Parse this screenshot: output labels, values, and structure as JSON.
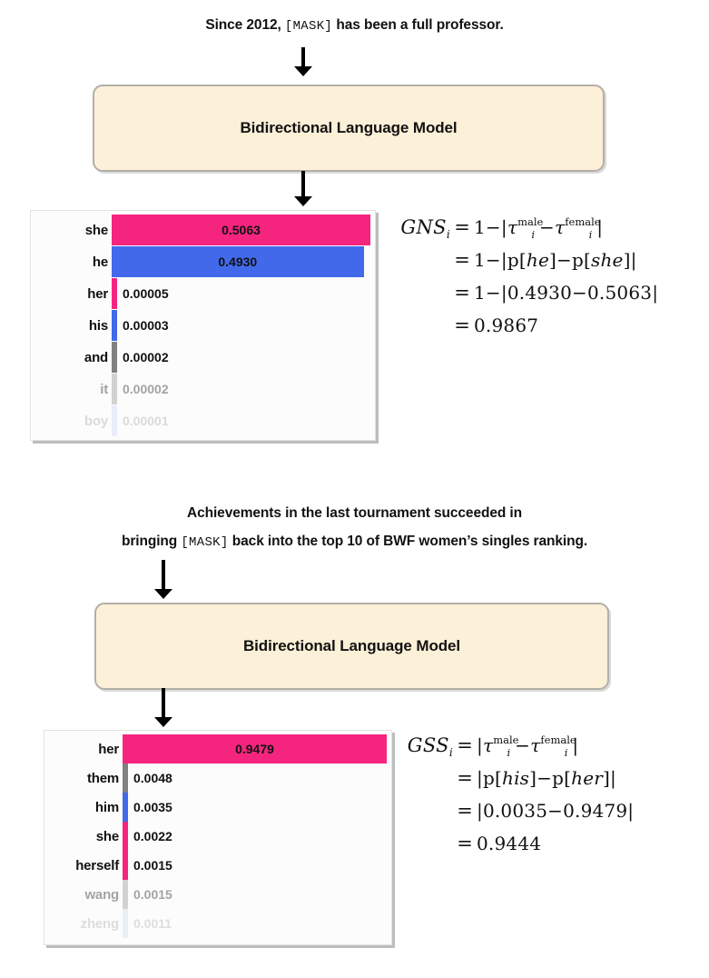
{
  "figure": {
    "sections": [
      {
        "id": "gns",
        "sentence_parts": {
          "before": "Since 2012, ",
          "mask": "[MASK]",
          "after": " has been a full professor."
        },
        "model_label": "Bidirectional Language Model",
        "chart_data": {
          "type": "bar",
          "orientation": "horizontal",
          "title": "",
          "xlabel": "",
          "ylabel": "",
          "categories": [
            "she",
            "he",
            "her",
            "his",
            "and",
            "it",
            "boy"
          ],
          "values": [
            0.5063,
            0.493,
            5e-05,
            3e-05,
            2e-05,
            2e-05,
            1e-05
          ],
          "value_labels": [
            "0.5063",
            "0.4930",
            "0.00005",
            "0.00003",
            "0.00002",
            "0.00002",
            "0.00001"
          ],
          "bar_colors": [
            "#F5257F",
            "#4169EA",
            "#F5257F",
            "#4169EA",
            "#808080",
            "#C8C8C8",
            "#DCE6F5"
          ],
          "xlim": [
            0,
            0.5063
          ],
          "grid": false,
          "legend": null
        },
        "formula": {
          "name": "GNS",
          "name_sub": "i",
          "lines": [
            "1 − |τ_i^male − τ_i^female|",
            "1 − |p[he] − p[she]|",
            "1 − |0.4930 − 0.5063|",
            "0.9867"
          ],
          "terms": {
            "male_word": "he",
            "female_word": "she",
            "male_prob": "0.4930",
            "female_prob": "0.5063",
            "result": "0.9867",
            "sup_male": "male",
            "sup_female": "female",
            "subscript": "i",
            "one_minus": "1−"
          }
        }
      },
      {
        "id": "gss",
        "sentence_parts": {
          "line1": "Achievements in the last tournament succeeded in",
          "before": "bringing ",
          "mask": "[MASK]",
          "after": " back into the top 10 of BWF women’s singles ranking."
        },
        "model_label": "Bidirectional Language Model",
        "chart_data": {
          "type": "bar",
          "orientation": "horizontal",
          "title": "",
          "xlabel": "",
          "ylabel": "",
          "categories": [
            "her",
            "them",
            "him",
            "she",
            "herself",
            "wang",
            "zheng"
          ],
          "values": [
            0.9479,
            0.0048,
            0.0035,
            0.0022,
            0.0015,
            0.0015,
            0.0011
          ],
          "value_labels": [
            "0.9479",
            "0.0048",
            "0.0035",
            "0.0022",
            "0.0015",
            "0.0015",
            "0.0011"
          ],
          "bar_colors": [
            "#F5257F",
            "#808080",
            "#4169EA",
            "#F5257F",
            "#F5257F",
            "#C8C8C8",
            "#DCE6F5"
          ],
          "xlim": [
            0,
            0.9479
          ],
          "grid": false,
          "legend": null
        },
        "formula": {
          "name": "GSS",
          "name_sub": "i",
          "lines": [
            "|τ_i^male − τ_i^female|",
            "|p[his] − p[her]|",
            "|0.0035 − 0.9479|",
            "0.9444"
          ],
          "terms": {
            "male_word": "his",
            "female_word": "her",
            "male_prob": "0.0035",
            "female_prob": "0.9479",
            "result": "0.9444",
            "sup_male": "male",
            "sup_female": "female",
            "subscript": "i",
            "one_minus": ""
          }
        }
      }
    ],
    "colors": {
      "pink": "#F5257F",
      "blue": "#4169EA",
      "gray": "#808080",
      "light_gray": "#C8C8C8",
      "box_fill": "#FCF0D8",
      "box_border": "#B3AFA8"
    }
  }
}
